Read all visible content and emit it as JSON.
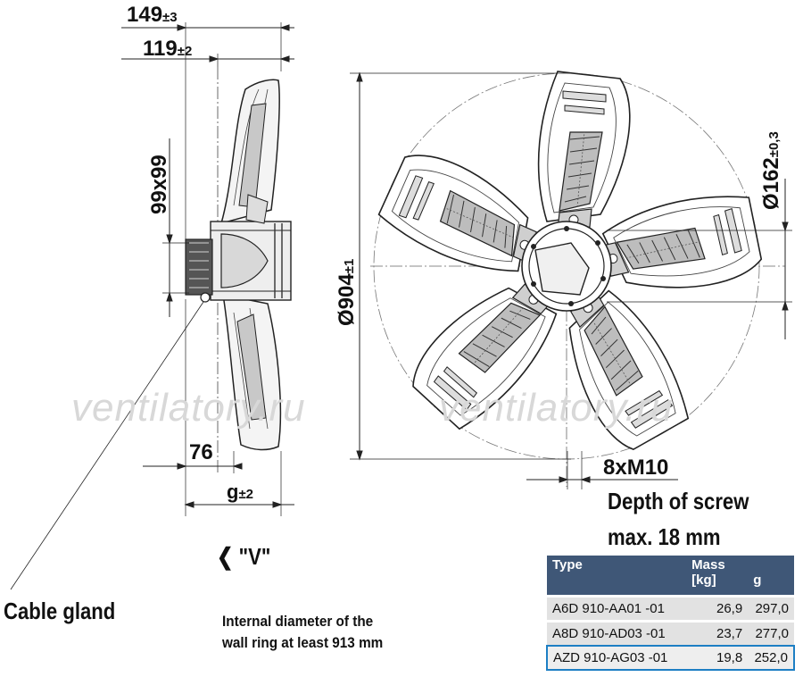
{
  "dimensions": {
    "depth_total": "149",
    "depth_total_tol": "±3",
    "depth_wall": "119",
    "depth_wall_tol": "±2",
    "box": "99x99",
    "offset": "76",
    "g": "g",
    "g_tol": "±2",
    "diameter": "Ø904",
    "diameter_tol": "±1",
    "hub": "Ø162",
    "hub_tol": "±0,3",
    "screws": "8xM10"
  },
  "labels": {
    "depth_of_screw_line1": "Depth of screw",
    "depth_of_screw_line2": "max. 18 mm",
    "view": "❮ \"V\"",
    "cable_gland": "Cable gland",
    "note_line1": "Internal diameter of the",
    "note_line2": "wall ring at least 913 mm"
  },
  "watermark": {
    "left": "ventilatory.ru",
    "right": "ventilatory.ru"
  },
  "table": {
    "headers": {
      "type": "Type",
      "mass": "Mass",
      "kg": "[kg]",
      "g": "g"
    },
    "rows": [
      {
        "type": "A6D 910-AA01 -01",
        "mass": "26,9",
        "g": "297,0"
      },
      {
        "type": "A8D 910-AD03 -01",
        "mass": "23,7",
        "g": "277,0"
      },
      {
        "type": "AZD 910-AG03 -01",
        "mass": "19,8",
        "g": "252,0"
      }
    ],
    "highlight_color": "#1d7fc4",
    "header_color": "#3f5777"
  }
}
